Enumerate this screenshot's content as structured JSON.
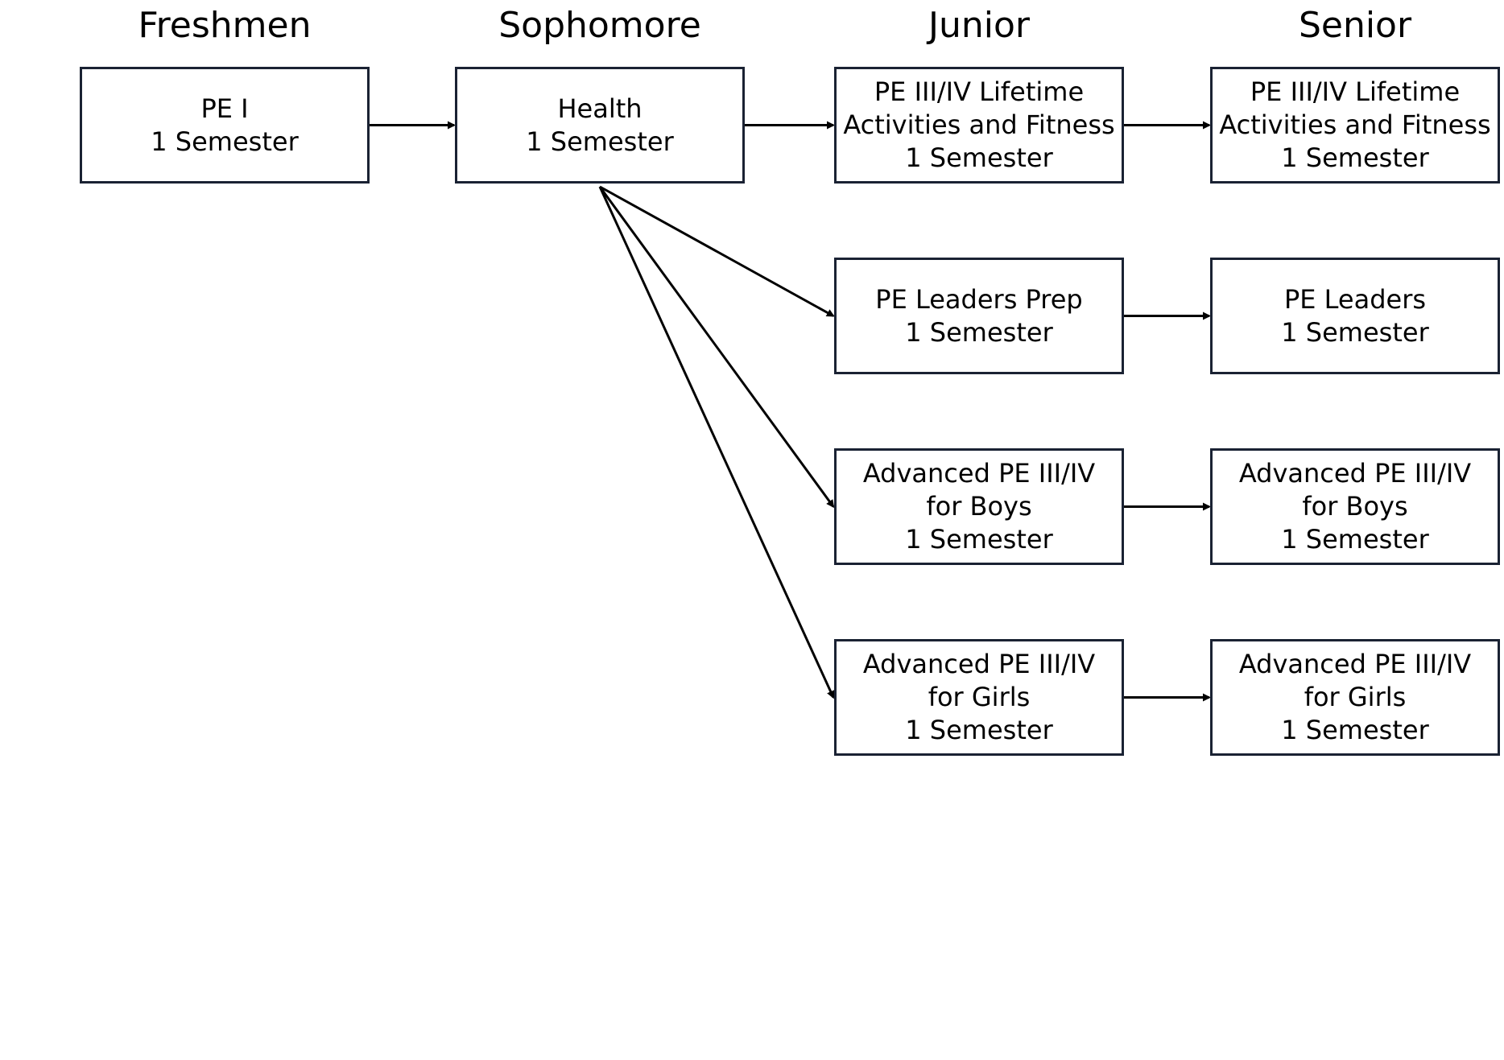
{
  "columns": [
    {
      "id": "freshmen",
      "label": "Freshmen"
    },
    {
      "id": "sophomore",
      "label": "Sophomore"
    },
    {
      "id": "junior",
      "label": "Junior"
    },
    {
      "id": "senior",
      "label": "Senior"
    }
  ],
  "nodes": {
    "pe1": {
      "lines": [
        "PE I",
        "1 Semester"
      ]
    },
    "health": {
      "lines": [
        "Health",
        "1 Semester"
      ]
    },
    "junior_lifetime": {
      "lines": [
        "PE III/IV Lifetime",
        "Activities and Fitness",
        "1 Semester"
      ]
    },
    "senior_lifetime": {
      "lines": [
        "PE III/IV Lifetime",
        "Activities and Fitness",
        "1 Semester"
      ]
    },
    "leaders_prep": {
      "lines": [
        "PE Leaders Prep",
        "1 Semester"
      ]
    },
    "leaders": {
      "lines": [
        "PE Leaders",
        "1 Semester"
      ]
    },
    "junior_adv_boys": {
      "lines": [
        "Advanced PE III/IV",
        "for Boys",
        "1 Semester"
      ]
    },
    "senior_adv_boys": {
      "lines": [
        "Advanced PE III/IV",
        "for Boys",
        "1 Semester"
      ]
    },
    "junior_adv_girls": {
      "lines": [
        "Advanced PE III/IV",
        "for Girls",
        "1 Semester"
      ]
    },
    "senior_adv_girls": {
      "lines": [
        "Advanced PE III/IV",
        "for Girls",
        "1 Semester"
      ]
    }
  },
  "edges": [
    {
      "from": "pe1",
      "to": "health"
    },
    {
      "from": "health",
      "to": "junior_lifetime"
    },
    {
      "from": "junior_lifetime",
      "to": "senior_lifetime"
    },
    {
      "from": "health",
      "to": "leaders_prep"
    },
    {
      "from": "health",
      "to": "junior_adv_boys"
    },
    {
      "from": "health",
      "to": "junior_adv_girls"
    },
    {
      "from": "leaders_prep",
      "to": "leaders"
    },
    {
      "from": "junior_adv_boys",
      "to": "senior_adv_boys"
    },
    {
      "from": "junior_adv_girls",
      "to": "senior_adv_girls"
    }
  ],
  "colors": {
    "box_border": "#1a2233",
    "line": "#000000",
    "background": "#ffffff"
  }
}
